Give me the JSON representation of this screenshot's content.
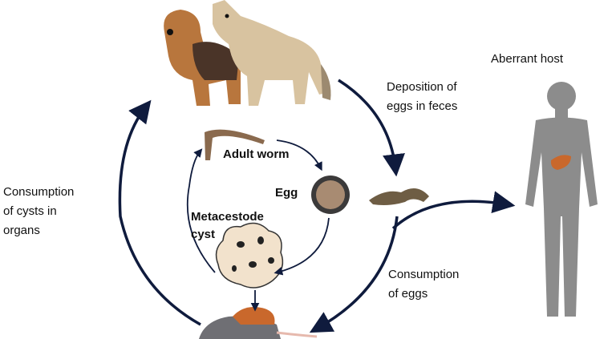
{
  "labels": {
    "aberrant_host": "Aberrant host",
    "deposition_1": "Deposition of",
    "deposition_2": "eggs in feces",
    "cysts_1": "Consumption",
    "cysts_2": "of cysts in",
    "cysts_3": "organs",
    "adult_worm": "Adult worm",
    "egg": "Egg",
    "metacestode_1": "Metacestode",
    "metacestode_2": "cyst",
    "eggs_1": "Consumption",
    "eggs_2": "of eggs"
  },
  "colors": {
    "arrow": "#0f1b3d",
    "human": "#8c8c8c",
    "liver": "#c9682c",
    "dog": "#b8763d",
    "coyote": "#d8c3a0",
    "feces": "#6e5d44"
  }
}
